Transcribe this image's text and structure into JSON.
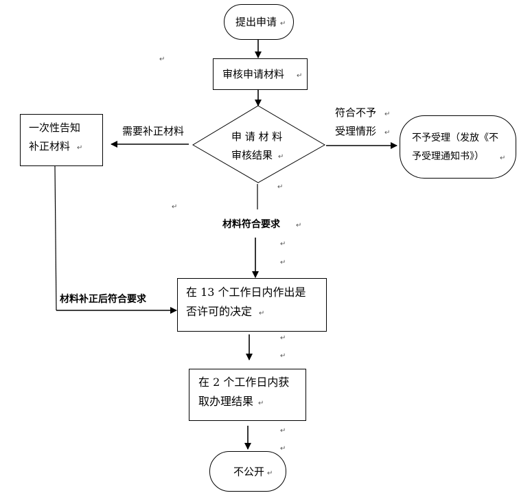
{
  "nodes": {
    "start": "提出申请",
    "review": "审核申请材料",
    "decision_line1": "申 请 材 料",
    "decision_line2": "审核结果",
    "supplement_line1": "一次性告知",
    "supplement_line2": "补正材料",
    "reject_line1": "不予受理（发放《不",
    "reject_line2": "予受理通知书》）",
    "decide_line1": "在 13 个工作日内作出是",
    "decide_line2": "否许可的决定",
    "obtain_line1": "在 2 个工作日内获",
    "obtain_line2": "取办理结果",
    "end": "不公开"
  },
  "edge_labels": {
    "need_supplement": "需要补正材料",
    "reject_cond_line1": "符合不予",
    "reject_cond_line2": "受理情形",
    "meets_requirements": "材料符合要求",
    "after_supplement": "材料补正后符合要求"
  },
  "paragraph_mark": "↵"
}
